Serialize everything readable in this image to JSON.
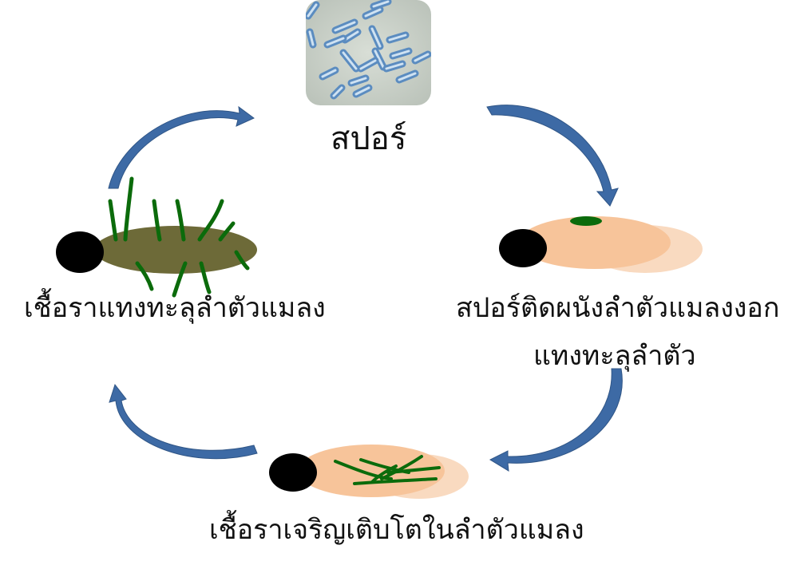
{
  "stages": {
    "spore": "สปอร์",
    "attach_line1": "สปอร์ติดผนังลำตัวแมลงงอก",
    "attach_line2": "แทงทะลุลำตัว",
    "growth": "เชื้อราเจริญเติบโตในลำตัวแมลง",
    "breakthrough": "เชื้อราแทงทะลุลำตัวแมลง"
  },
  "colors": {
    "arrow": "#3d6aa5",
    "hypha": "#0b6b0b",
    "larva_body": "#f7c49a",
    "larva_infested": "#6d6a38",
    "larva_head": "#000000",
    "micrograph_bg": "#cdd4cb",
    "spore_cell": "#6f9fcf"
  },
  "icons": [
    "spore-micrograph-image",
    "cycle-arrow-icon",
    "larva-icon",
    "fungal-hypha-icon"
  ]
}
